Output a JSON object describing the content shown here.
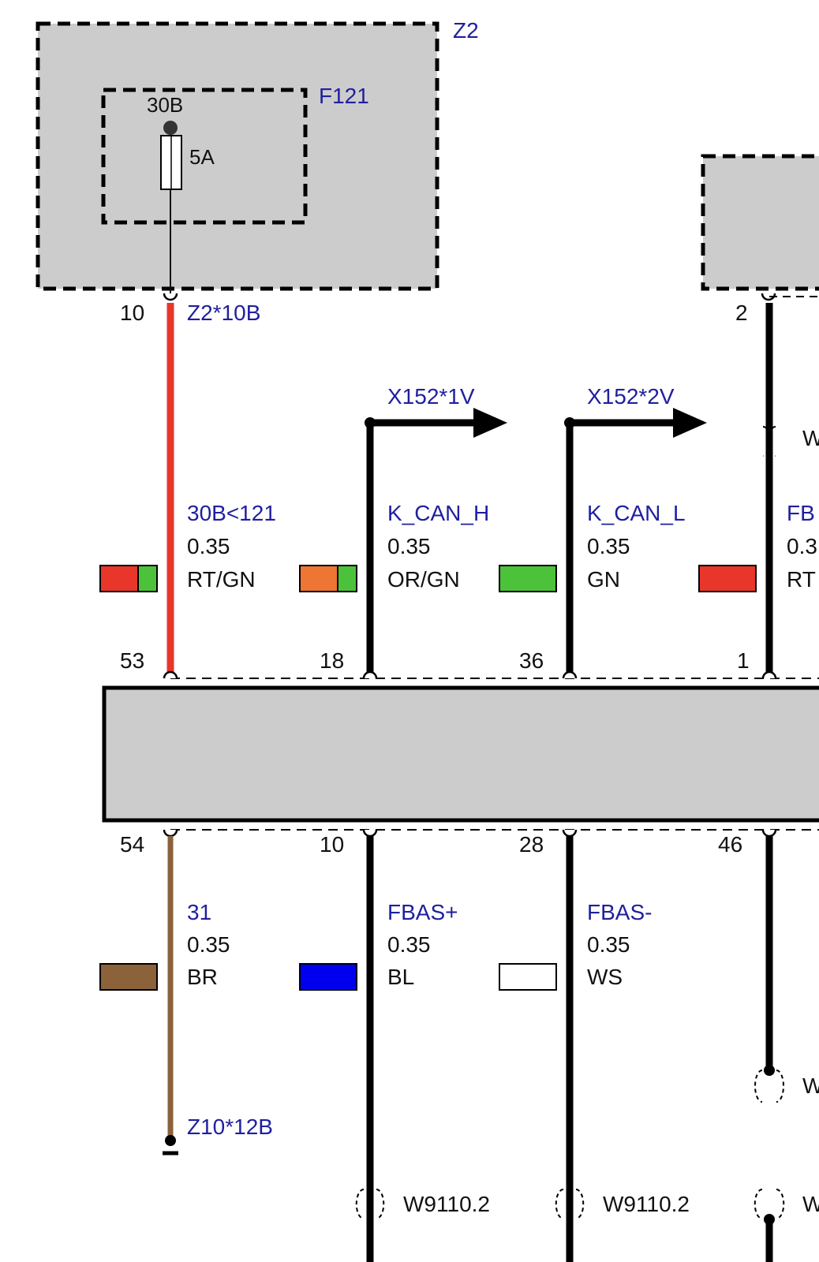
{
  "components": {
    "z2": {
      "label": "Z2"
    },
    "f121": {
      "label": "F121",
      "terminal": "30B",
      "rating": "5A"
    }
  },
  "pins_top": [
    {
      "num": "10",
      "connector": "Z2*10B"
    },
    {
      "num": "2"
    }
  ],
  "arrows": [
    {
      "label": "X152*1V"
    },
    {
      "label": "X152*2V"
    }
  ],
  "module_pins_top": [
    "53",
    "18",
    "36",
    "1"
  ],
  "module_pins_bottom": [
    "54",
    "10",
    "28",
    "46"
  ],
  "wires_top": [
    {
      "signal": "30B<121",
      "gauge": "0.35",
      "color_code": "RT/GN",
      "colors": [
        "#e8362b",
        "#4cc23a"
      ]
    },
    {
      "signal": "K_CAN_H",
      "gauge": "0.35",
      "color_code": "OR/GN",
      "colors": [
        "#ee7533",
        "#4cc23a"
      ]
    },
    {
      "signal": "K_CAN_L",
      "gauge": "0.35",
      "color_code": "GN",
      "colors": [
        "#4cc23a"
      ]
    },
    {
      "signal": "FB",
      "gauge": "0.3",
      "color_code": "RT",
      "colors": [
        "#e8362b"
      ]
    }
  ],
  "wires_bottom": [
    {
      "signal": "31",
      "gauge": "0.35",
      "color_code": "BR",
      "colors": [
        "#8b6239"
      ]
    },
    {
      "signal": "FBAS+",
      "gauge": "0.35",
      "color_code": "BL",
      "colors": [
        "#0000ee"
      ]
    },
    {
      "signal": "FBAS-",
      "gauge": "0.35",
      "color_code": "WS",
      "colors": [
        "#ffffff"
      ]
    }
  ],
  "ground": {
    "label": "Z10*12B"
  },
  "shield_labels": {
    "top_right": "W",
    "mid_right": "W",
    "bottom": [
      "W9110.2",
      "W9110.2",
      "W"
    ]
  },
  "colors": {
    "label_blue": "#1f1f9f",
    "box_fill": "#cccccc",
    "wire_red": "#e8362b",
    "wire_brown": "#8b6239"
  }
}
